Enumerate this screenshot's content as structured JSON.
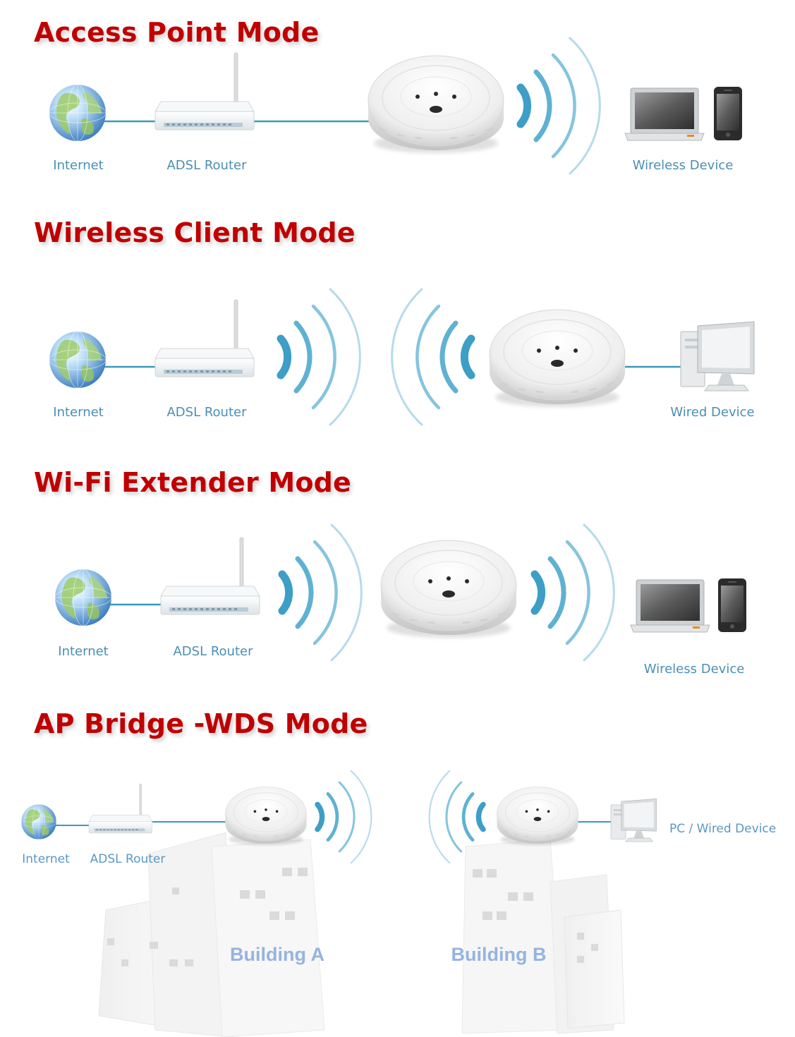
{
  "sections": [
    {
      "title": "Access Point Mode",
      "labels": {
        "internet": "Internet",
        "router": "ADSL Router",
        "device": "Wireless Device"
      }
    },
    {
      "title": "Wireless Client Mode",
      "labels": {
        "internet": "Internet",
        "router": "ADSL Router",
        "device": "Wired Device"
      }
    },
    {
      "title": "Wi-Fi Extender Mode",
      "labels": {
        "internet": "Internet",
        "router": "ADSL Router",
        "device": "Wireless Device"
      }
    },
    {
      "title": "AP Bridge -WDS Mode",
      "labels": {
        "internet": "Internet",
        "router": "ADSL Router",
        "device": "PC / Wired Device",
        "building_a": "Building A",
        "building_b": "Building B"
      }
    }
  ],
  "icons": [
    "globe-icon",
    "router-icon",
    "access-point-icon",
    "wifi-waves-icon",
    "laptop-icon",
    "phone-icon",
    "desktop-pc-icon",
    "building-icon"
  ],
  "colors": {
    "title": "#c00000",
    "label": "#4a8fb3",
    "link": "#3a9ab8",
    "wave": "#3d9ec6",
    "building_label": "#96b4de"
  }
}
